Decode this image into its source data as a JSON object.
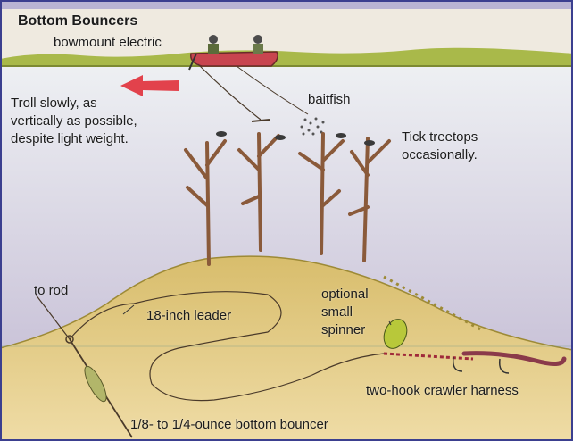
{
  "title": "Bottom Bouncers",
  "labels": {
    "bowmount": "bowmount electric",
    "troll_line1": "Troll slowly, as",
    "troll_line2": "vertically as possible,",
    "troll_line3": "despite light weight.",
    "baitfish": "baitfish",
    "treetops_line1": "Tick treetops",
    "treetops_line2": "occasionally.",
    "to_rod": "to rod",
    "leader": "18-inch leader",
    "spinner_line1": "optional",
    "spinner_line2": "small",
    "spinner_line3": "spinner",
    "harness": "two-hook crawler harness",
    "bouncer": "1/8- to 1/4-ounce bottom bouncer"
  },
  "colors": {
    "frame": "#3b3f8f",
    "header_band": "#b9b4d3",
    "water_top": "#eef0f3",
    "water_bottom": "#c9c2d8",
    "shore": "#a9b94a",
    "hill": "#e7cd84",
    "hill_shadow": "#9d8a36",
    "tree": "#8a5a3a",
    "boat": "#c8454f",
    "arrow": "#e2424c",
    "spinner": "#b8c83a",
    "line": "#4a3a2a"
  },
  "icons": [
    "boat-icon",
    "arrow-left-icon",
    "tree-icon",
    "baitfish-school-icon",
    "fish-icon",
    "bottom-bouncer-icon",
    "spinner-blade-icon",
    "crawler-harness-icon"
  ]
}
